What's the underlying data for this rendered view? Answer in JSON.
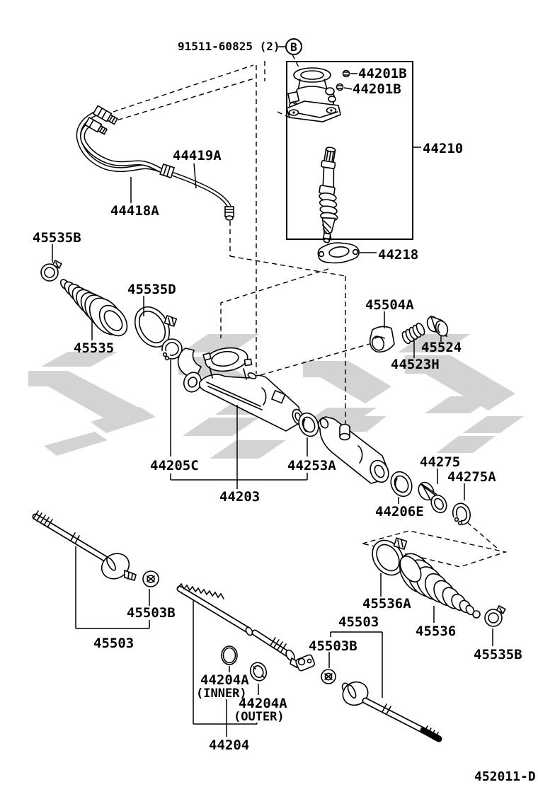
{
  "diagram": {
    "code": "452011-D",
    "description": "steering gear and link exploded parts diagram",
    "line_color": "#000000",
    "background_color": "#ffffff",
    "watermark_color": "#d3d3d3"
  },
  "labels": {
    "union_bolt": "91511-60825 (2)",
    "callout_b": "B",
    "l44201b_upper": "44201B",
    "l44201b_lower": "44201B",
    "l44210": "44210",
    "l44218": "44218",
    "l44419a": "44419A",
    "l44418a": "44418A",
    "l45535b_left": "45535B",
    "l45535d": "45535D",
    "l45535": "45535",
    "l45504a": "45504A",
    "l45524": "45524",
    "l44523h": "44523H",
    "l44205c": "44205C",
    "l44253a": "44253A",
    "l44203": "44203",
    "l44275": "44275",
    "l44275a": "44275A",
    "l44206e": "44206E",
    "l45503b_left": "45503B",
    "l45503_left": "45503",
    "l44204a_inner": "44204A",
    "l44204a_inner_note": "(INNER)",
    "l44204a_outer": "44204A",
    "l44204a_outer_note": "(OUTER)",
    "l44204": "44204",
    "l45536a": "45536A",
    "l45536": "45536",
    "l45535b_right": "45535B",
    "l45503_bottom": "45503",
    "l45503b_bottom": "45503B"
  }
}
